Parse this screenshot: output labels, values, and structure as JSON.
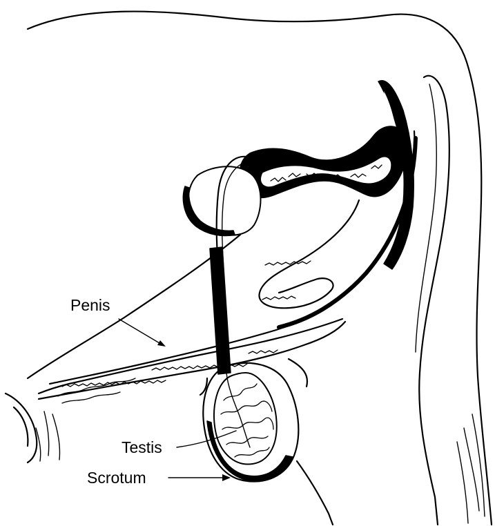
{
  "diagram": {
    "labels": {
      "penis": "Penis",
      "testis": "Testis",
      "scrotum": "Scrotum"
    }
  }
}
